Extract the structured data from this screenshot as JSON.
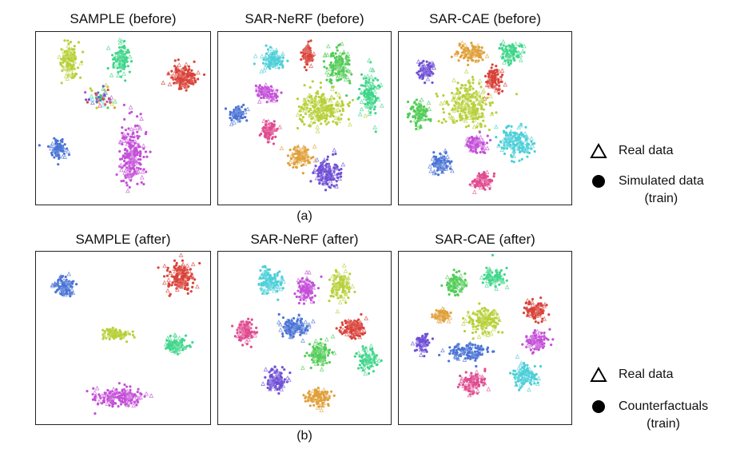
{
  "rows": [
    {
      "caption": "(a)",
      "panels": [
        {
          "title": "SAMPLE (before)"
        },
        {
          "title": "SAR-NeRF (before)"
        },
        {
          "title": "SAR-CAE (before)"
        }
      ],
      "legend": [
        {
          "symbol": "triangle",
          "label": "Real data"
        },
        {
          "symbol": "circle",
          "label": "Simulated data",
          "label2": "(train)"
        }
      ]
    },
    {
      "caption": "(b)",
      "panels": [
        {
          "title": "SAMPLE (after)"
        },
        {
          "title": "SAR-NeRF (after)"
        },
        {
          "title": "SAR-CAE (after)"
        }
      ],
      "legend": [
        {
          "symbol": "triangle",
          "label": "Real data"
        },
        {
          "symbol": "circle",
          "label": "Counterfactuals",
          "label2": "(train)"
        }
      ]
    }
  ],
  "palette": {
    "red": "#d9433a",
    "orange": "#e0a03a",
    "yellow_green": "#b8d03a",
    "green": "#52cc57",
    "teal_green": "#3fd68a",
    "cyan": "#4ccfd8",
    "blue": "#4a73d6",
    "violet": "#6f4fd6",
    "magenta": "#c44fd8",
    "pink": "#e04b90"
  },
  "chart_data": [
    {
      "type": "scatter",
      "title": "SAMPLE (before)",
      "clusters": [
        {
          "color": "yellow_green",
          "center": [
            0.19,
            0.17
          ],
          "spread": [
            0.05,
            0.09
          ],
          "n": 130
        },
        {
          "color": "teal_green",
          "center": [
            0.49,
            0.16
          ],
          "spread": [
            0.04,
            0.08
          ],
          "n": 110
        },
        {
          "color": "red",
          "center": [
            0.84,
            0.26
          ],
          "spread": [
            0.07,
            0.06
          ],
          "n": 170
        },
        {
          "color": "blue",
          "center": [
            0.12,
            0.68
          ],
          "spread": [
            0.05,
            0.05
          ],
          "n": 90
        },
        {
          "color": "magenta",
          "center": [
            0.55,
            0.72
          ],
          "spread": [
            0.07,
            0.16
          ],
          "n": 230
        },
        {
          "color": "mixed",
          "center": [
            0.38,
            0.38
          ],
          "spread": [
            0.08,
            0.05
          ],
          "n": 60
        }
      ]
    },
    {
      "type": "scatter",
      "title": "SAR-NeRF (before)",
      "clusters": [
        {
          "color": "cyan",
          "center": [
            0.32,
            0.16
          ],
          "spread": [
            0.06,
            0.05
          ],
          "n": 110
        },
        {
          "color": "red",
          "center": [
            0.52,
            0.13
          ],
          "spread": [
            0.03,
            0.06
          ],
          "n": 90
        },
        {
          "color": "green",
          "center": [
            0.7,
            0.2
          ],
          "spread": [
            0.06,
            0.09
          ],
          "n": 140
        },
        {
          "color": "blue",
          "center": [
            0.11,
            0.47
          ],
          "spread": [
            0.04,
            0.04
          ],
          "n": 80
        },
        {
          "color": "magenta",
          "center": [
            0.28,
            0.35
          ],
          "spread": [
            0.05,
            0.05
          ],
          "n": 100
        },
        {
          "color": "pink",
          "center": [
            0.3,
            0.57
          ],
          "spread": [
            0.04,
            0.05
          ],
          "n": 90
        },
        {
          "color": "yellow_green",
          "center": [
            0.6,
            0.44
          ],
          "spread": [
            0.12,
            0.1
          ],
          "n": 250
        },
        {
          "color": "teal_green",
          "center": [
            0.88,
            0.36
          ],
          "spread": [
            0.05,
            0.12
          ],
          "n": 130
        },
        {
          "color": "orange",
          "center": [
            0.48,
            0.72
          ],
          "spread": [
            0.06,
            0.05
          ],
          "n": 110
        },
        {
          "color": "violet",
          "center": [
            0.63,
            0.82
          ],
          "spread": [
            0.07,
            0.08
          ],
          "n": 150
        }
      ]
    },
    {
      "type": "scatter",
      "title": "SAR-CAE (before)",
      "clusters": [
        {
          "color": "orange",
          "center": [
            0.42,
            0.12
          ],
          "spread": [
            0.07,
            0.05
          ],
          "n": 110
        },
        {
          "color": "teal_green",
          "center": [
            0.65,
            0.12
          ],
          "spread": [
            0.06,
            0.05
          ],
          "n": 100
        },
        {
          "color": "violet",
          "center": [
            0.16,
            0.22
          ],
          "spread": [
            0.05,
            0.05
          ],
          "n": 90
        },
        {
          "color": "red",
          "center": [
            0.55,
            0.28
          ],
          "spread": [
            0.04,
            0.06
          ],
          "n": 90
        },
        {
          "color": "green",
          "center": [
            0.12,
            0.47
          ],
          "spread": [
            0.05,
            0.06
          ],
          "n": 110
        },
        {
          "color": "yellow_green",
          "center": [
            0.4,
            0.42
          ],
          "spread": [
            0.12,
            0.12
          ],
          "n": 260
        },
        {
          "color": "cyan",
          "center": [
            0.68,
            0.64
          ],
          "spread": [
            0.09,
            0.08
          ],
          "n": 180
        },
        {
          "color": "magenta",
          "center": [
            0.45,
            0.65
          ],
          "spread": [
            0.05,
            0.05
          ],
          "n": 90
        },
        {
          "color": "blue",
          "center": [
            0.24,
            0.76
          ],
          "spread": [
            0.05,
            0.06
          ],
          "n": 100
        },
        {
          "color": "pink",
          "center": [
            0.48,
            0.86
          ],
          "spread": [
            0.06,
            0.04
          ],
          "n": 90
        }
      ]
    },
    {
      "type": "scatter",
      "title": "SAMPLE (after)",
      "clusters": [
        {
          "color": "blue",
          "center": [
            0.16,
            0.2
          ],
          "spread": [
            0.05,
            0.05
          ],
          "n": 100
        },
        {
          "color": "red",
          "center": [
            0.83,
            0.15
          ],
          "spread": [
            0.07,
            0.07
          ],
          "n": 170
        },
        {
          "color": "yellow_green",
          "center": [
            0.46,
            0.48
          ],
          "spread": [
            0.08,
            0.03
          ],
          "n": 100
        },
        {
          "color": "teal_green",
          "center": [
            0.8,
            0.54
          ],
          "spread": [
            0.06,
            0.04
          ],
          "n": 100
        },
        {
          "color": "magenta",
          "center": [
            0.47,
            0.84
          ],
          "spread": [
            0.12,
            0.05
          ],
          "n": 170
        }
      ]
    },
    {
      "type": "scatter",
      "title": "SAR-NeRF (after)",
      "clusters": [
        {
          "color": "cyan",
          "center": [
            0.3,
            0.17
          ],
          "spread": [
            0.06,
            0.06
          ],
          "n": 130
        },
        {
          "color": "magenta",
          "center": [
            0.51,
            0.22
          ],
          "spread": [
            0.05,
            0.06
          ],
          "n": 110
        },
        {
          "color": "yellow_green",
          "center": [
            0.71,
            0.2
          ],
          "spread": [
            0.06,
            0.07
          ],
          "n": 120
        },
        {
          "color": "pink",
          "center": [
            0.16,
            0.46
          ],
          "spread": [
            0.05,
            0.06
          ],
          "n": 110
        },
        {
          "color": "blue",
          "center": [
            0.44,
            0.44
          ],
          "spread": [
            0.07,
            0.05
          ],
          "n": 140
        },
        {
          "color": "red",
          "center": [
            0.78,
            0.44
          ],
          "spread": [
            0.06,
            0.05
          ],
          "n": 130
        },
        {
          "color": "green",
          "center": [
            0.58,
            0.59
          ],
          "spread": [
            0.06,
            0.06
          ],
          "n": 120
        },
        {
          "color": "teal_green",
          "center": [
            0.87,
            0.62
          ],
          "spread": [
            0.05,
            0.06
          ],
          "n": 100
        },
        {
          "color": "violet",
          "center": [
            0.34,
            0.74
          ],
          "spread": [
            0.06,
            0.06
          ],
          "n": 120
        },
        {
          "color": "orange",
          "center": [
            0.58,
            0.85
          ],
          "spread": [
            0.06,
            0.05
          ],
          "n": 110
        }
      ]
    },
    {
      "type": "scatter",
      "title": "SAR-CAE (after)",
      "clusters": [
        {
          "color": "green",
          "center": [
            0.33,
            0.19
          ],
          "spread": [
            0.05,
            0.06
          ],
          "n": 100
        },
        {
          "color": "teal_green",
          "center": [
            0.56,
            0.15
          ],
          "spread": [
            0.05,
            0.05
          ],
          "n": 90
        },
        {
          "color": "orange",
          "center": [
            0.25,
            0.37
          ],
          "spread": [
            0.05,
            0.03
          ],
          "n": 80
        },
        {
          "color": "yellow_green",
          "center": [
            0.49,
            0.4
          ],
          "spread": [
            0.08,
            0.06
          ],
          "n": 170
        },
        {
          "color": "red",
          "center": [
            0.8,
            0.34
          ],
          "spread": [
            0.06,
            0.05
          ],
          "n": 110
        },
        {
          "color": "violet",
          "center": [
            0.14,
            0.53
          ],
          "spread": [
            0.04,
            0.05
          ],
          "n": 80
        },
        {
          "color": "blue",
          "center": [
            0.4,
            0.58
          ],
          "spread": [
            0.1,
            0.04
          ],
          "n": 140
        },
        {
          "color": "magenta",
          "center": [
            0.8,
            0.52
          ],
          "spread": [
            0.06,
            0.05
          ],
          "n": 110
        },
        {
          "color": "cyan",
          "center": [
            0.73,
            0.72
          ],
          "spread": [
            0.07,
            0.06
          ],
          "n": 120
        },
        {
          "color": "pink",
          "center": [
            0.43,
            0.76
          ],
          "spread": [
            0.07,
            0.06
          ],
          "n": 110
        }
      ]
    }
  ]
}
